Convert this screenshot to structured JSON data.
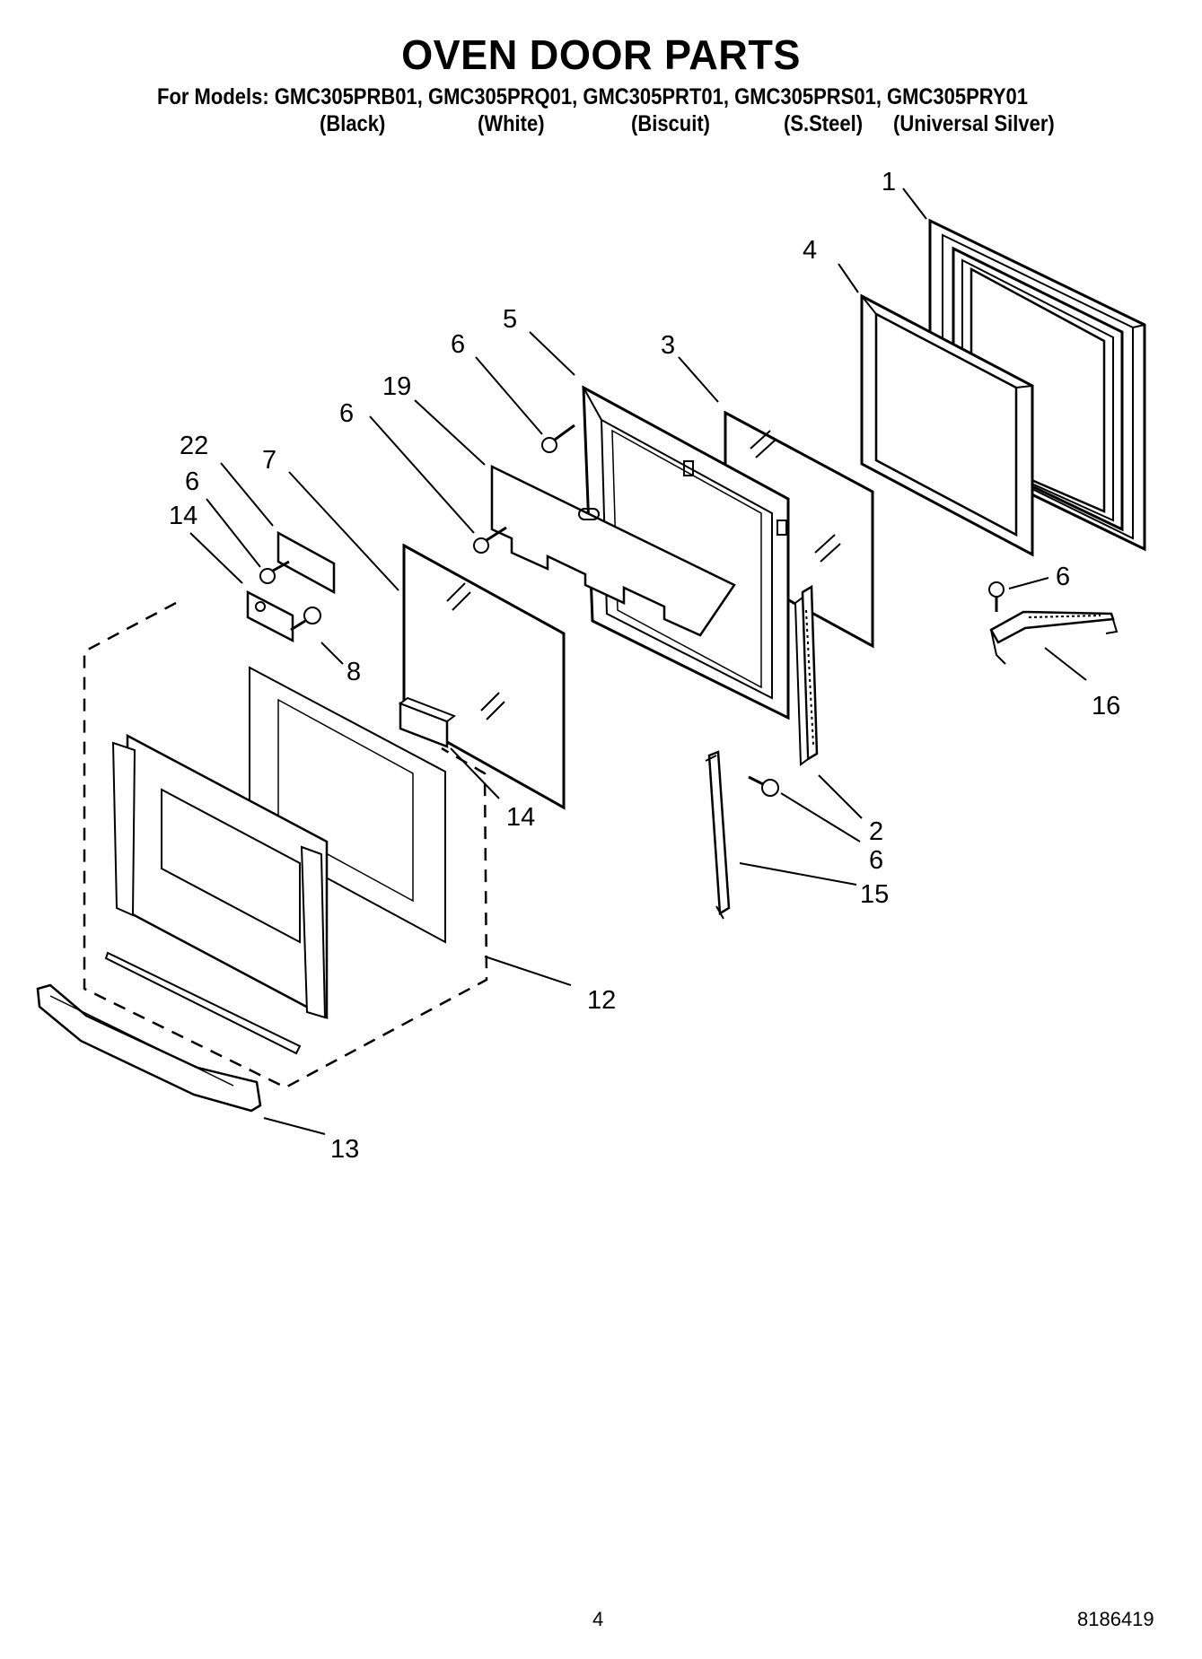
{
  "title": "OVEN DOOR PARTS",
  "models_line": "For Models: GMC305PRB01, GMC305PRQ01, GMC305PRT01, GMC305PRS01, GMC305PRY01",
  "finishes": [
    "(Black)",
    "(White)",
    "(Biscuit)",
    "(S.Steel)",
    "(Universal Silver)"
  ],
  "callouts": {
    "c1": "1",
    "c4": "4",
    "c5": "5",
    "c3": "3",
    "c6a": "6",
    "c19": "19",
    "c6b": "6",
    "c22": "22",
    "c7": "7",
    "c6c": "6",
    "c14a": "14",
    "c8": "8",
    "c6d": "6",
    "c16": "16",
    "c14b": "14",
    "c2": "2",
    "c6e": "6",
    "c15": "15",
    "c12": "12",
    "c13": "13"
  },
  "footer": {
    "page": "4",
    "doc": "8186419"
  }
}
